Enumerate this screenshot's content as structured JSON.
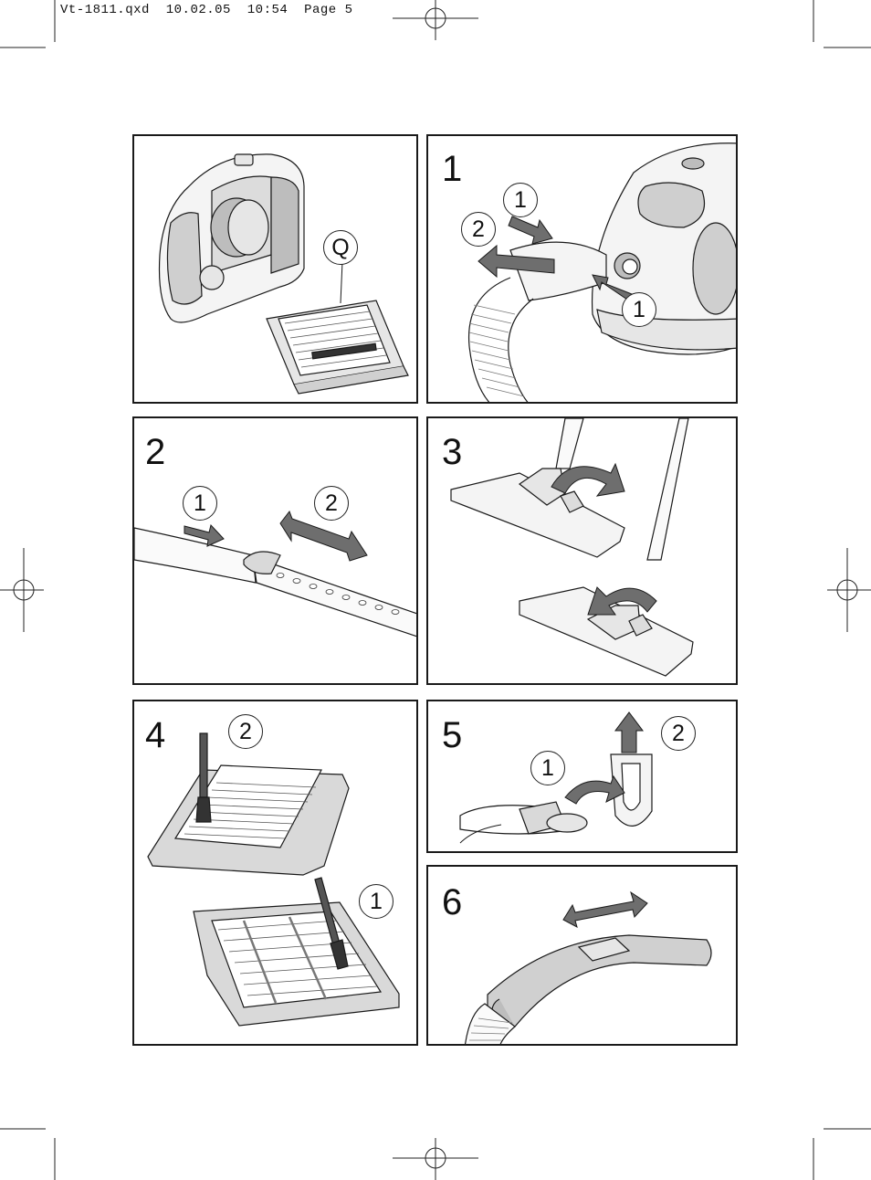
{
  "slug": {
    "file": "Vt-1811.qxd",
    "date": "10.02.05",
    "time": "10:54",
    "page": "Page 5"
  },
  "panels": [
    {
      "step": "",
      "callouts": [
        "Q"
      ]
    },
    {
      "step": "1",
      "callouts": [
        "1",
        "2",
        "1"
      ]
    },
    {
      "step": "2",
      "callouts": [
        "1",
        "2"
      ]
    },
    {
      "step": "3",
      "callouts": []
    },
    {
      "step": "4",
      "callouts": [
        "2",
        "1"
      ]
    },
    {
      "step": "5",
      "callouts": [
        "1",
        "2"
      ]
    },
    {
      "step": "6",
      "callouts": []
    }
  ],
  "icons": [
    "crop-mark",
    "registration-mark",
    "arrow",
    "double-arrow",
    "curved-arrow",
    "brush",
    "filter",
    "vacuum-cleaner",
    "hose",
    "floor-brush",
    "telescopic-tube"
  ],
  "colors": {
    "line": "#1a1a1a",
    "body_fill": "#f4f4f4",
    "shade": "#bdbdbd",
    "arrow": "#6e6e6e"
  }
}
